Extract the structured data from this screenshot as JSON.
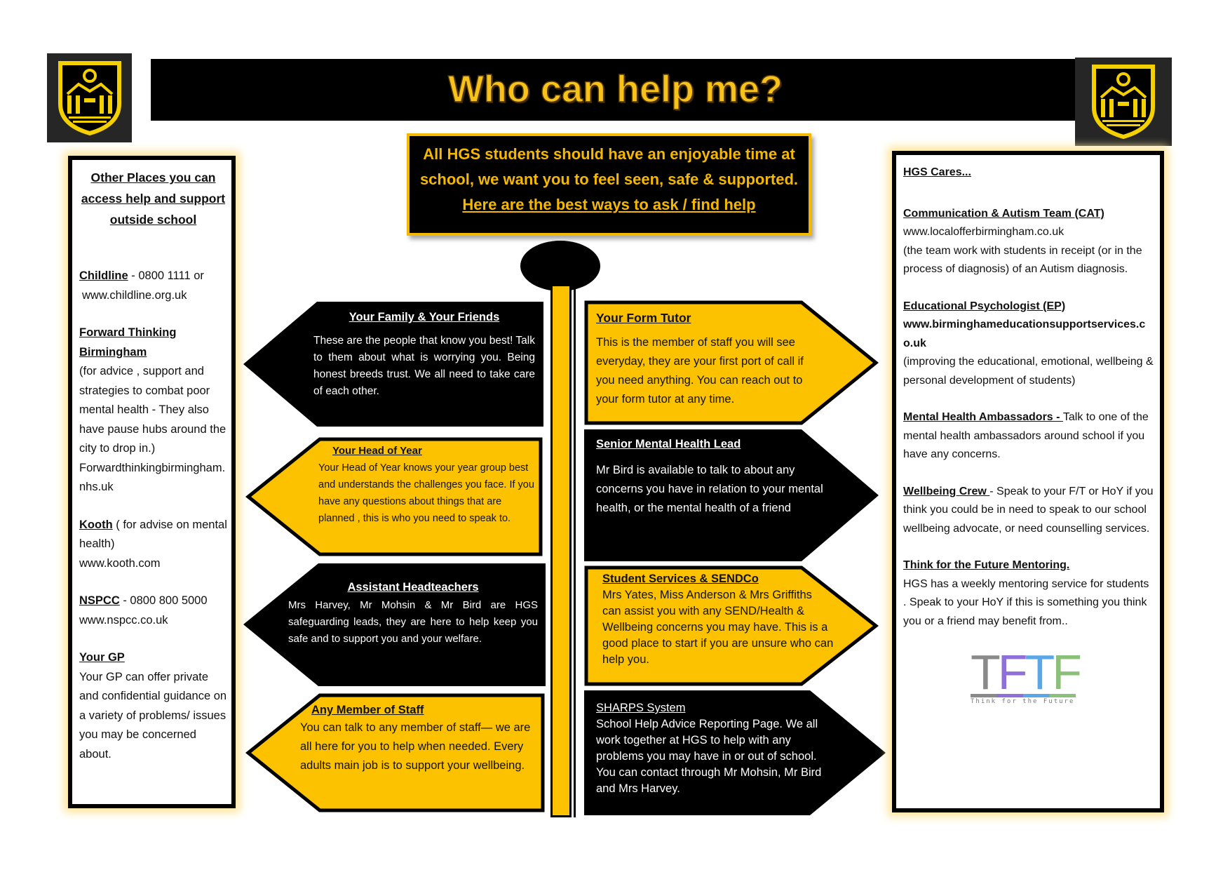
{
  "header": {
    "title": "Who can help me?",
    "logo_left": "school-crest",
    "logo_right": "school-crest"
  },
  "intro": {
    "line1": "All HGS students should have an enjoyable time at",
    "line2": "school, we want you to feel seen, safe & supported.",
    "link": "Here are the best ways to ask / find help"
  },
  "left_panel": {
    "title": "Other Places you can access help and support outside school",
    "childline": {
      "name": "Childline",
      "text": " - 0800 1111 or",
      "url": "www.childline.org.uk"
    },
    "ftb": {
      "name": "Forward Thinking Birmingham",
      "text": "(for advice , support and strategies to combat poor mental health - They also have pause hubs around the city to drop in.) Forwardthinkingbirmingham.nhs.uk"
    },
    "kooth": {
      "name": "Kooth",
      "text": " ( for advise on mental health)",
      "url": "www.kooth.com"
    },
    "nspcc": {
      "name": "NSPCC",
      "text": "  -  0800 800 5000",
      "url": "www.nspcc.co.uk"
    },
    "gp": {
      "name": "Your GP",
      "text": "Your GP can offer private and confidential guidance on  a variety of problems/ issues you may be concerned about."
    }
  },
  "signs_left": [
    {
      "title": "Your Family & Your Friends",
      "text": "These are the people that know you best! Talk to them  about what is worrying you. Being honest breeds trust.  We all need  to take care of  each other."
    },
    {
      "title": "Your Head of Year",
      "text": "Your Head of Year knows your year group best and understands the challenges you face.  If you have any questions about things that are planned , this is who you need to speak to."
    },
    {
      "title": "Assistant Headteachers",
      "text": "Mrs Harvey, Mr Mohsin & Mr Bird are HGS safeguarding leads, they are here to help keep you safe and to support you and your welfare."
    },
    {
      "title": "Any Member of Staff",
      "text": "You can talk to any member of staff— we are all here for you to help when needed. Every adults main job is to support your wellbeing."
    }
  ],
  "signs_right": [
    {
      "title": "Your Form Tutor",
      "text": "This is the member of staff you will see everyday, they are your first port of call if you need anything. You can reach out to your form tutor at any time."
    },
    {
      "title": "Senior Mental Health Lead",
      "text": "Mr Bird is available to talk to  about any concerns you have in relation to your mental health, or the mental health of a friend"
    },
    {
      "title": "Student Services & SENDCo",
      "text": "Mrs Yates, Miss Anderson & Mrs Griffiths can assist you with any SEND/Health & Wellbeing concerns you may have. This is a good place to start if you are unsure who can help you."
    },
    {
      "title": "SHARPS System",
      "text": "School Help Advice Reporting  Page. We all work together at HGS to help with any problems you may have in or out of school.  You can contact through Mr Mohsin, Mr Bird and Mrs Harvey."
    }
  ],
  "right_panel": {
    "title": "HGS Cares...",
    "cat": {
      "name": "Communication & Autism Team (CAT)",
      "url": "www.localofferbirmingham.co.uk",
      "text": "(the team work with students in receipt  (or in the process of diagnosis) of an Autism diagnosis."
    },
    "ep": {
      "name": "Educational Psychologist (EP)",
      "url": "www.birminghameducationsupportservices.co.uk",
      "text": "(improving the educational, emotional, wellbeing & personal development of students)"
    },
    "mha": {
      "name": "Mental Health Ambassadors - ",
      "text": "Talk to one of the mental health ambassadors around school if you have any concerns."
    },
    "wc": {
      "name": "Wellbeing Crew ",
      "text": " - Speak to your F/T or HoY if you think you could be in need to speak to our school wellbeing advocate, or need counselling services."
    },
    "tftf": {
      "name": "Think for the Future Mentoring.",
      "text": "HGS has a weekly mentoring service for students . Speak to your HoY if this is something you think you or a friend  may benefit from..",
      "logo_letters": "TFTF",
      "logo_caption": "Think for the Future"
    }
  },
  "colors": {
    "gold": "#fcc200",
    "black": "#000000",
    "tftf": [
      "#8a8a8a",
      "#8f6fd8",
      "#5aa7e8",
      "#8cc07a"
    ]
  }
}
